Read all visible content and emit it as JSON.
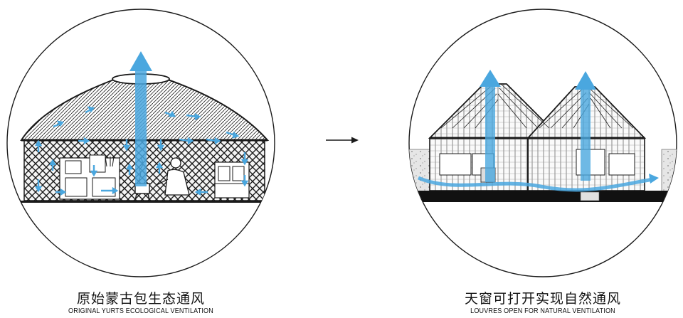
{
  "panels": [
    {
      "title_zh": "原始蒙古包生态通风",
      "title_en": "ORIGINAL YURTS ECOLOGICAL VENTILATION"
    },
    {
      "title_zh": "天窗可打开实现自然通风",
      "title_en": "LOUVRES OPEN FOR NATURAL VENTILATION"
    }
  ],
  "colors": {
    "airflow": "#4aa7df",
    "airflow_light": "#8ec9ee",
    "ink": "#1a1a1a",
    "ground": "#111111"
  },
  "icons": {
    "transition": "right-arrow-icon"
  }
}
